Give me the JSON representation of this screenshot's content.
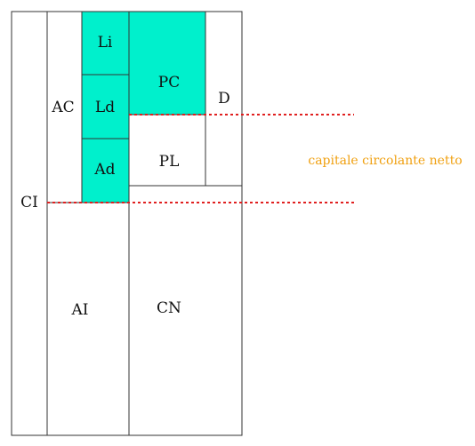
{
  "colors": {
    "highlight": "#00f0cc",
    "line": "#333333",
    "dash": "#e02020",
    "note": "#f0a010",
    "background": "#ffffff"
  },
  "labels": {
    "ci": "CI",
    "ac": "AC",
    "li": "Li",
    "ld": "Ld",
    "ad": "Ad",
    "ai": "AI",
    "pc": "PC",
    "pl": "PL",
    "d": "D",
    "cn": "CN"
  },
  "annotation": {
    "text": "capitale circolante netto"
  }
}
